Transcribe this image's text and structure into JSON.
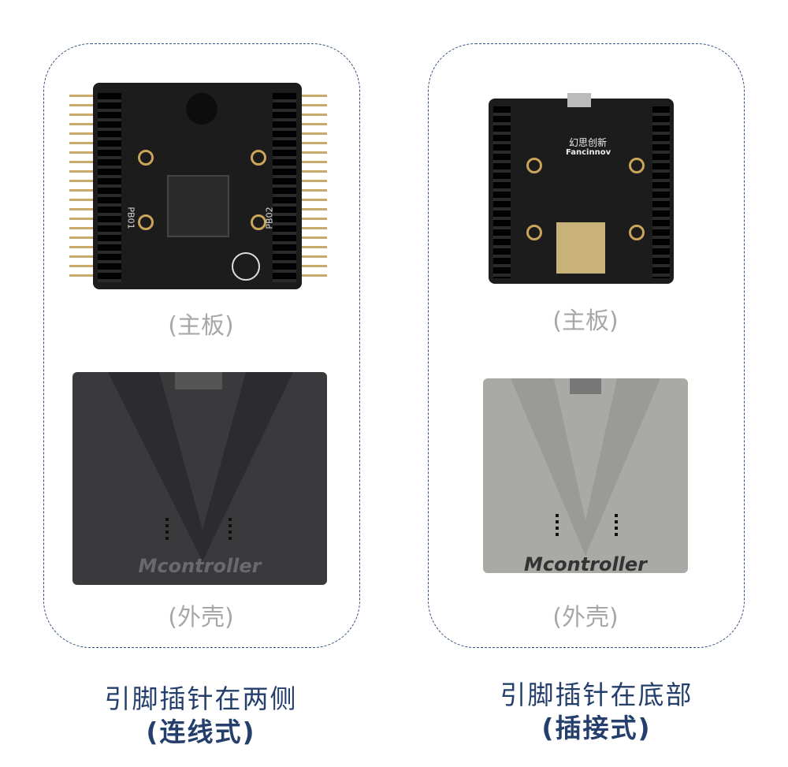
{
  "left": {
    "board_label": "(主板)",
    "case_label": "(外壳)",
    "case_logo": "Mcontroller",
    "board_silk": [
      "PB01",
      "PB02"
    ],
    "caption_line1": "引脚插针在两侧",
    "caption_line2": "(连线式)"
  },
  "right": {
    "board_label": "(主板)",
    "case_label": "(外壳)",
    "case_logo": "Mcontroller",
    "board_logo": "幻思创新",
    "board_logo_en": "Fancinnov",
    "caption_line1": "引脚插针在底部",
    "caption_line2": "(插接式)"
  },
  "colors": {
    "border": "#2f4f7f",
    "caption": "#243f6b",
    "label": "#a8a8a8",
    "dark_case": "#3a3a3c",
    "grey_case": "#a9a9a6"
  }
}
